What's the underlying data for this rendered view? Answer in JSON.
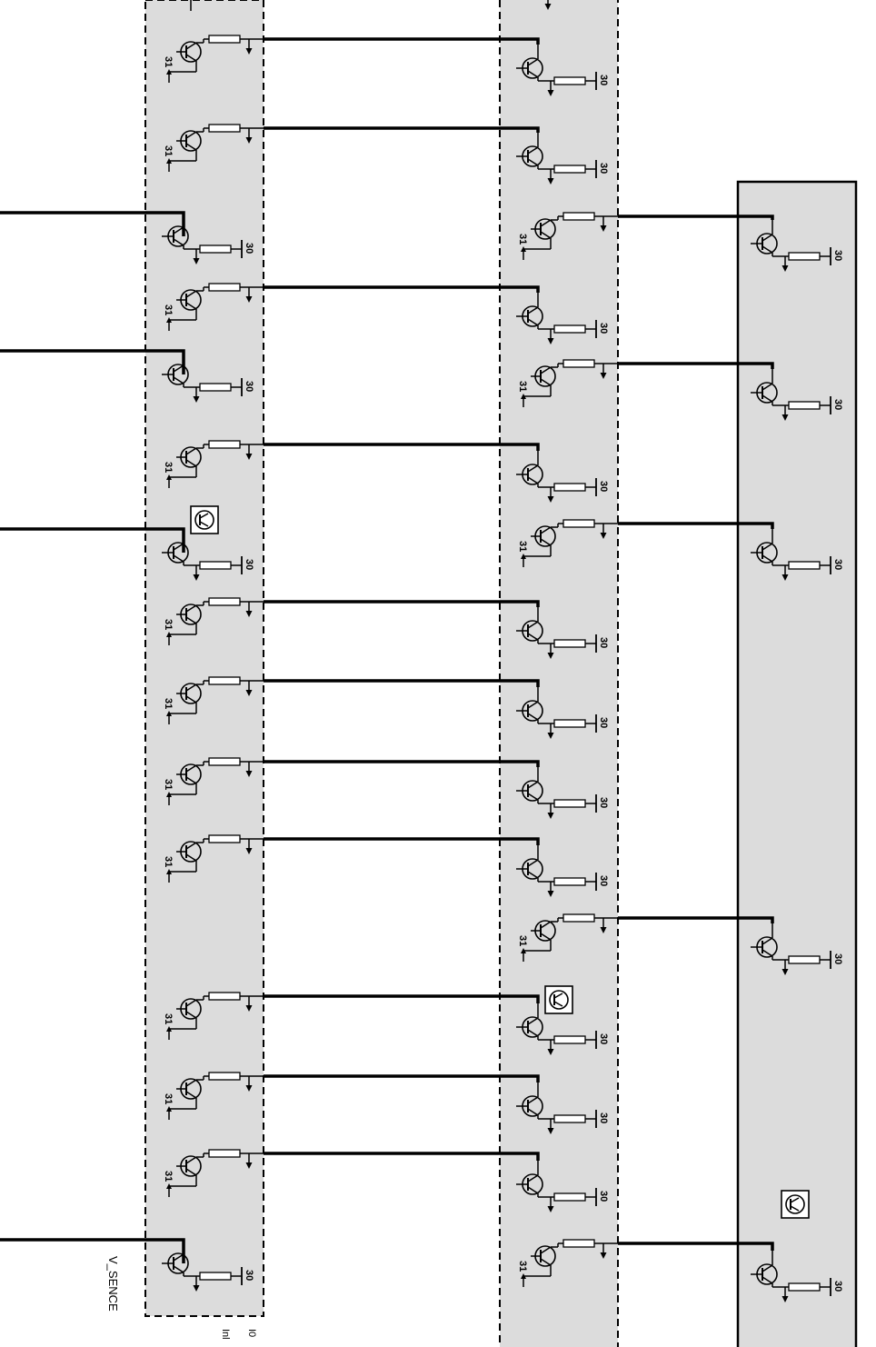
{
  "diagram": {
    "background": "#ffffff",
    "panel_fill": "#dcdcdc",
    "wire_color": "#000000",
    "labels": {
      "pin_emitter": "31",
      "pin_supply": "30",
      "v_sense": "V_SENCE",
      "bottom_a": "I0",
      "bottom_b": "Inl"
    },
    "left_module": {
      "stages": [
        {
          "type": "out",
          "wire": "right"
        },
        {
          "type": "out",
          "wire": "right"
        },
        {
          "type": "in",
          "wire": "left"
        },
        {
          "type": "out",
          "wire": "right"
        },
        {
          "type": "in",
          "wire": "left"
        },
        {
          "type": "out",
          "wire": "right"
        },
        {
          "type": "in",
          "wire": "left"
        },
        {
          "type": "out",
          "wire": "right"
        },
        {
          "type": "out",
          "wire": "right"
        },
        {
          "type": "out",
          "wire": "right"
        },
        {
          "type": "out",
          "wire": "right"
        },
        {
          "type": "out",
          "wire": "right"
        },
        {
          "type": "out",
          "wire": "right"
        },
        {
          "type": "out",
          "wire": "right"
        },
        {
          "type": "in",
          "wire": "left"
        }
      ]
    },
    "middle_module": {
      "stages": [
        {
          "type": "in"
        },
        {
          "type": "in"
        },
        {
          "type": "out"
        },
        {
          "type": "in"
        },
        {
          "type": "out"
        },
        {
          "type": "in"
        },
        {
          "type": "out"
        },
        {
          "type": "in"
        },
        {
          "type": "in"
        },
        {
          "type": "in"
        },
        {
          "type": "in"
        },
        {
          "type": "out"
        },
        {
          "type": "in"
        },
        {
          "type": "in"
        },
        {
          "type": "in"
        },
        {
          "type": "out"
        }
      ]
    },
    "right_module": {
      "stages": [
        {
          "type": "in"
        },
        {
          "type": "in"
        },
        {
          "type": "in"
        },
        {
          "type": "in"
        },
        {
          "type": "in"
        }
      ]
    },
    "symbols": [
      "transistor-symbol-box",
      "transistor-symbol-box",
      "transistor-symbol-box"
    ]
  }
}
